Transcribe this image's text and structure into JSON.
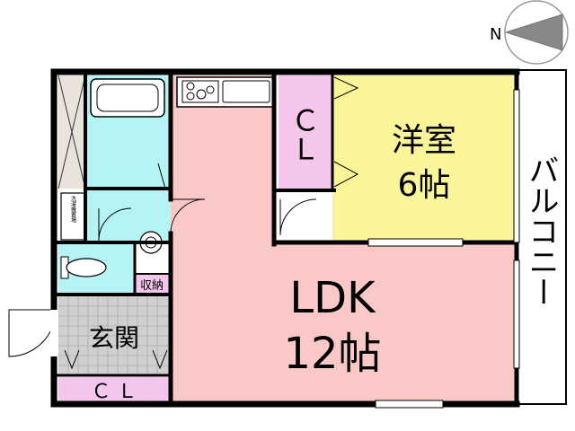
{
  "compass": {
    "label": "N"
  },
  "rooms": {
    "western_room": {
      "name": "洋室",
      "size": "6帖"
    },
    "closet_western": {
      "name": "ＣＬ"
    },
    "ldk": {
      "name": "LDK",
      "size": "12帖"
    },
    "entrance": {
      "name": "玄関"
    },
    "closet_entrance": {
      "name": "Ｃ Ｌ"
    },
    "storage": {
      "name": "収納"
    },
    "laundry": {
      "name": "洗濯機置場"
    }
  },
  "balcony": {
    "label": "バルコニー"
  },
  "colors": {
    "wall": "#000000",
    "ldk": "#fbc8c8",
    "western_room": "#fbf59a",
    "closet": "#f5c6ec",
    "bath": "#b5f3f5",
    "balcony": "#ffffff",
    "entrance_tile": "#cfcfcf"
  }
}
